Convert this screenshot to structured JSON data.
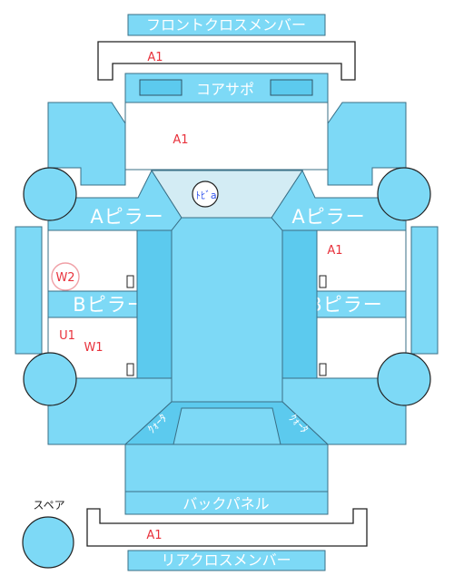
{
  "parts": {
    "front_cross_member": "フロントクロスメンバー",
    "core_support": "コアサポ",
    "a_pillar_left": "Aピラー",
    "a_pillar_right": "Aピラー",
    "b_pillar_left": "Bピラー",
    "b_pillar_right": "Bピラー",
    "center_label": "ﾄﾋﾞa",
    "quarter_left": "ｸｫｰﾀ",
    "quarter_right": "ｸｫｰﾀ",
    "back_panel": "バックパネル",
    "rear_cross_member": "リアクロスメンバー",
    "spare": "スペア"
  },
  "marks": {
    "front_member": "A1",
    "hood_area": "A1",
    "right_front_door": "A1",
    "left_front_door": "W2",
    "left_rear_door_u": "U1",
    "left_rear_door_w": "W1",
    "rear_member": "A1"
  },
  "colors": {
    "body_blue": "#7dd9f6",
    "dark_blue": "#5ccaee",
    "light_blue": "#d3ecf4",
    "outline": "#3a6f86",
    "mark_red": "#e8323c"
  }
}
